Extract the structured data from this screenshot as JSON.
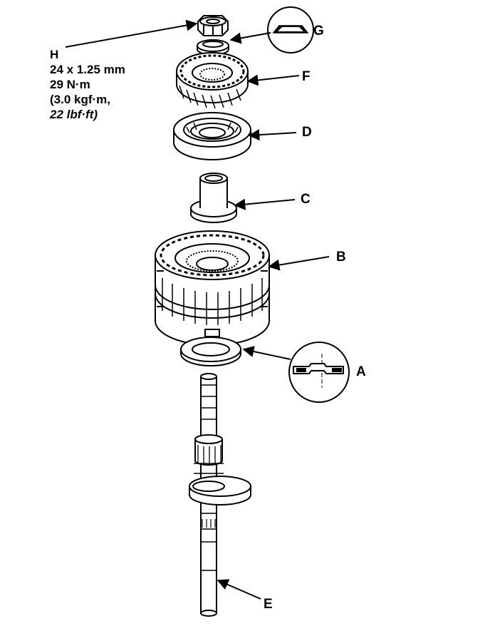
{
  "callouts": {
    "A": "A",
    "B": "B",
    "C": "C",
    "D": "D",
    "E": "E",
    "F": "F",
    "G": "G"
  },
  "spec": {
    "label": "H",
    "thread": "24 x 1.25 mm",
    "torque_nm": "29 N·m",
    "torque_kgfm": "(3.0 kgf·m,",
    "torque_lbfft": "22 lbf·ft)"
  }
}
